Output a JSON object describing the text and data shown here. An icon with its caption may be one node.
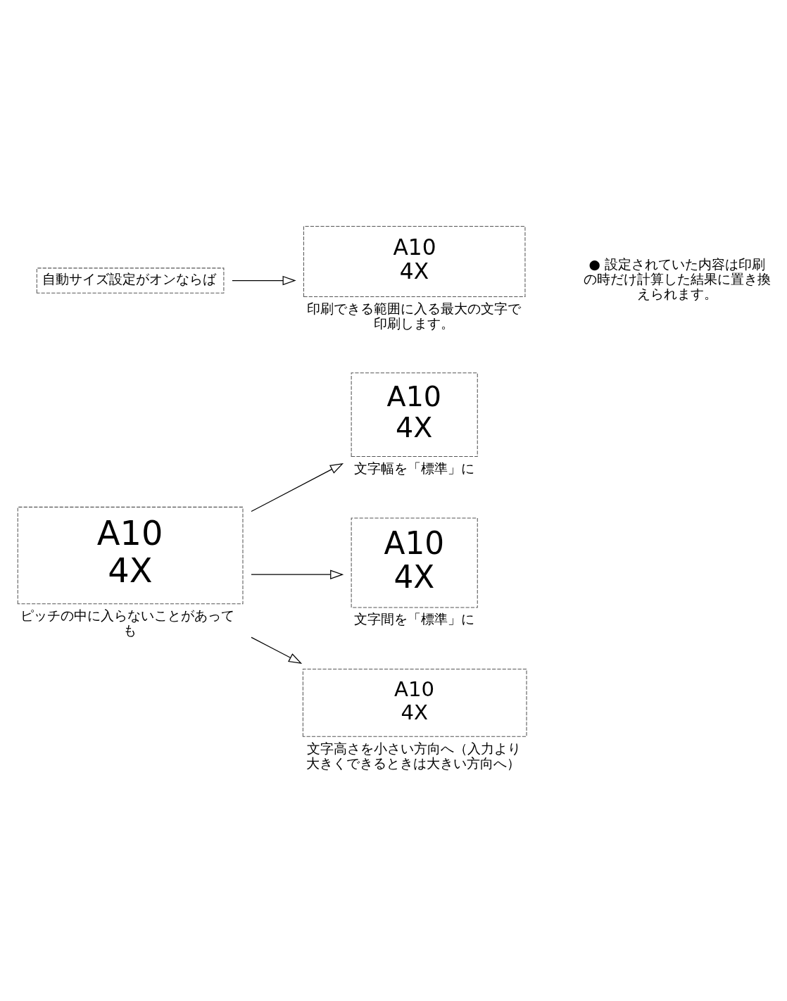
{
  "diagram": {
    "nodes": [
      {
        "text": [
          "A10",
          "4X"
        ],
        "beside": [
          "ピッチの中に入らないことがあっても"
        ]
      },
      {
        "text": [
          "A10",
          "4X"
        ],
        "beside": [
          "文字幅を「標準」に"
        ]
      },
      {
        "text": [
          "A10",
          "4X"
        ],
        "beside": [
          "文字間を「標準」に"
        ]
      },
      {
        "text": [
          "A10",
          "4X"
        ],
        "beside": [
          "文字高さを小さい方向へ（入力より大きくできるときは大きい方向へ）"
        ]
      },
      {
        "text": [
          "自動サイズ設定がオンならば"
        ]
      },
      {
        "text": [
          "A10",
          "4X"
        ],
        "beside": [
          "印刷できる範囲に入る最大の文字で印刷します。"
        ]
      }
    ],
    "edges": [
      {
        "from": 0,
        "to": 1,
        "arrow": "to"
      },
      {
        "from": 0,
        "to": 2,
        "arrow": "to"
      },
      {
        "from": 0,
        "to": 3,
        "arrow": "to"
      },
      {
        "from": 4,
        "to": 5,
        "arrow": "to"
      }
    ],
    "labels": [
      "● 設定されていた内容は印刷の時だけ計算した結果に置き換えられます。"
    ]
  }
}
